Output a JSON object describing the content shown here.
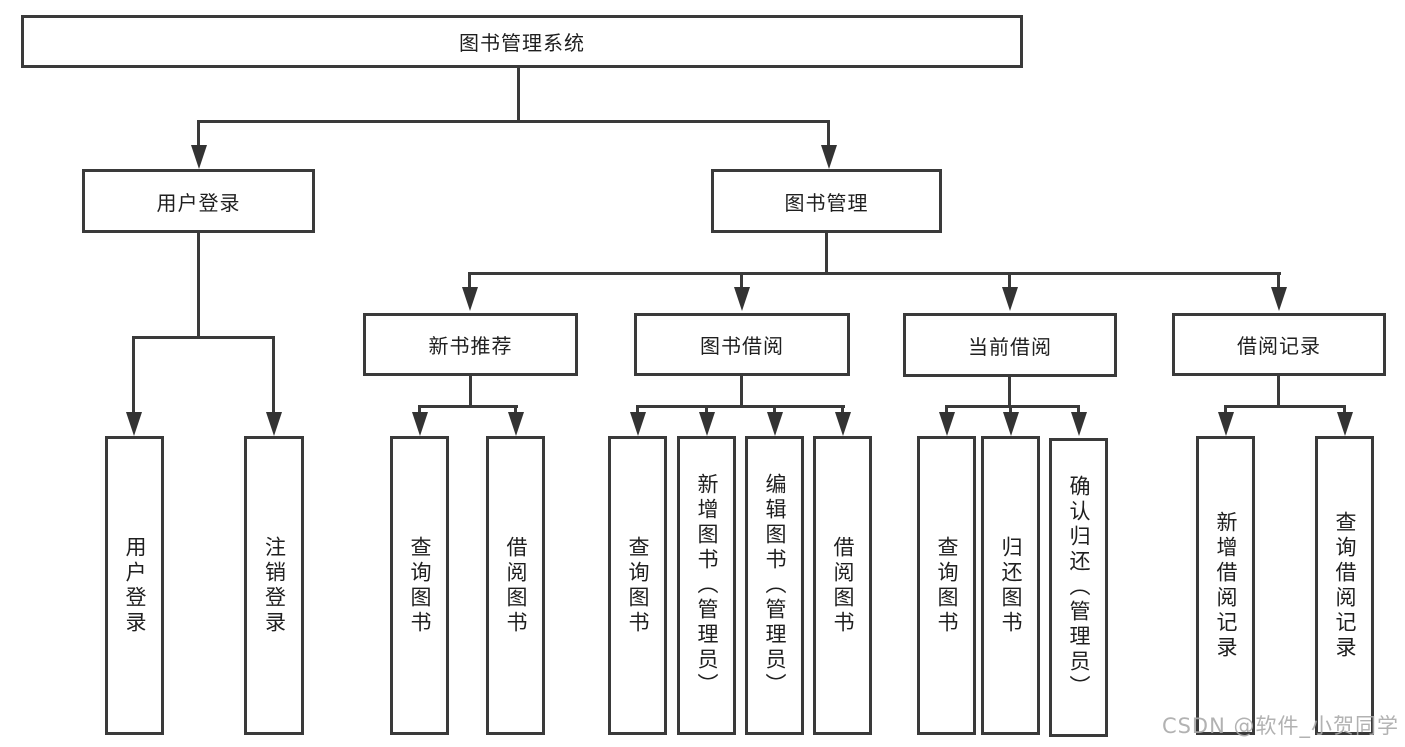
{
  "diagram": {
    "title": "图书管理系统",
    "level2": [
      {
        "label": "用户登录"
      },
      {
        "label": "图书管理"
      }
    ],
    "level3": [
      {
        "label": "新书推荐"
      },
      {
        "label": "图书借阅"
      },
      {
        "label": "当前借阅"
      },
      {
        "label": "借阅记录"
      }
    ],
    "leaves": [
      {
        "label": "用户登录",
        "parent": "用户登录"
      },
      {
        "label": "注销登录",
        "parent": "用户登录"
      },
      {
        "label": "查询图书",
        "parent": "新书推荐"
      },
      {
        "label": "借阅图书",
        "parent": "新书推荐"
      },
      {
        "label": "查询图书",
        "parent": "图书借阅"
      },
      {
        "label": "新增图书（管理员）",
        "parent": "图书借阅"
      },
      {
        "label": "编辑图书（管理员）",
        "parent": "图书借阅"
      },
      {
        "label": "借阅图书",
        "parent": "图书借阅"
      },
      {
        "label": "查询图书",
        "parent": "当前借阅"
      },
      {
        "label": "归还图书",
        "parent": "当前借阅"
      },
      {
        "label": "确认归还（管理员）",
        "parent": "当前借阅"
      },
      {
        "label": "新增借阅记录",
        "parent": "借阅记录"
      },
      {
        "label": "查询借阅记录",
        "parent": "借阅记录"
      }
    ]
  },
  "watermark": "CSDN @软件_小贺同学",
  "colors": {
    "line": "#3a3a3a",
    "text": "#1f1f1f",
    "watermark": "#aaaaaa",
    "background": "#ffffff"
  }
}
